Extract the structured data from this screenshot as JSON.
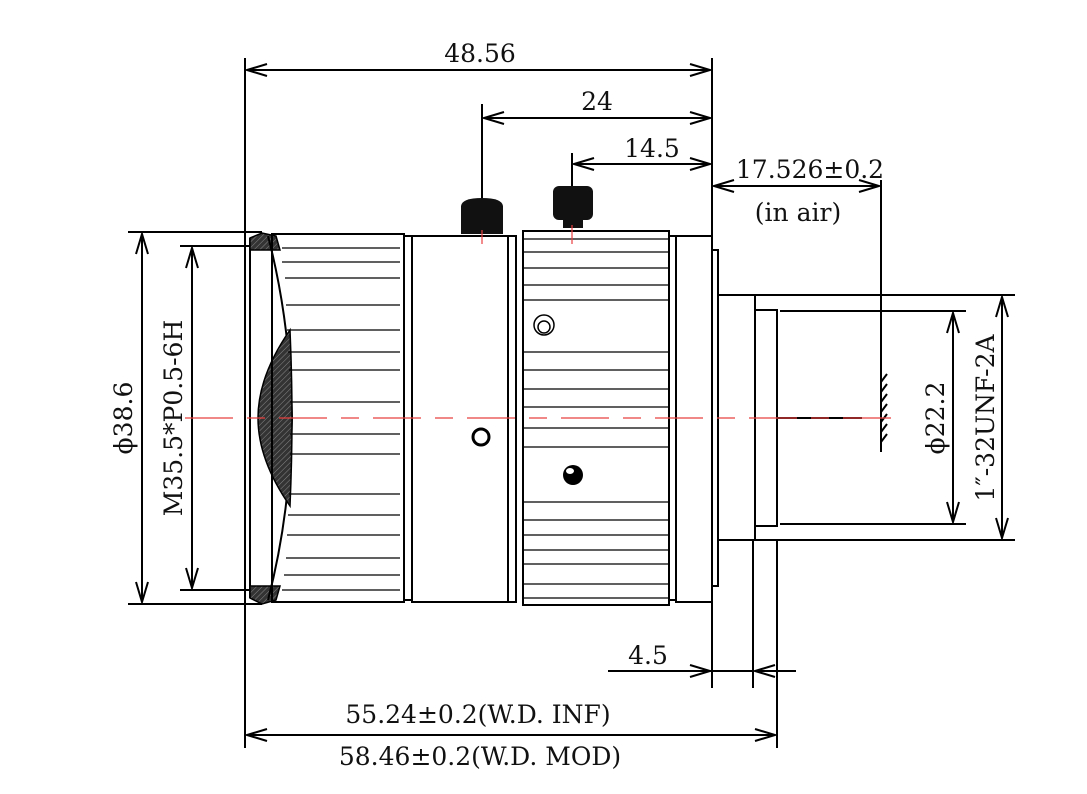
{
  "drawing": {
    "type": "lens outline dimension drawing (side view)",
    "colors": {
      "line": "#000000",
      "center_axis": "#e84040",
      "background": "#ffffff"
    },
    "dimensions": {
      "overall_length": "48.56",
      "focus_knob_offset": "24",
      "iris_knob_offset": "14.5",
      "flange_back": "17.526±0.2",
      "flange_back_note": "(in air)",
      "front_diameter": "ϕ38.6",
      "filter_thread": "M35.5*P0.5-6H",
      "rear_diameter": "ϕ22.2",
      "mount_thread": "1″-32UNF-2A",
      "mount_length": "4.5",
      "total_length_inf": "55.24±0.2(W.D.  INF)",
      "total_length_mod": "58.46±0.2(W.D.  MOD)"
    }
  }
}
